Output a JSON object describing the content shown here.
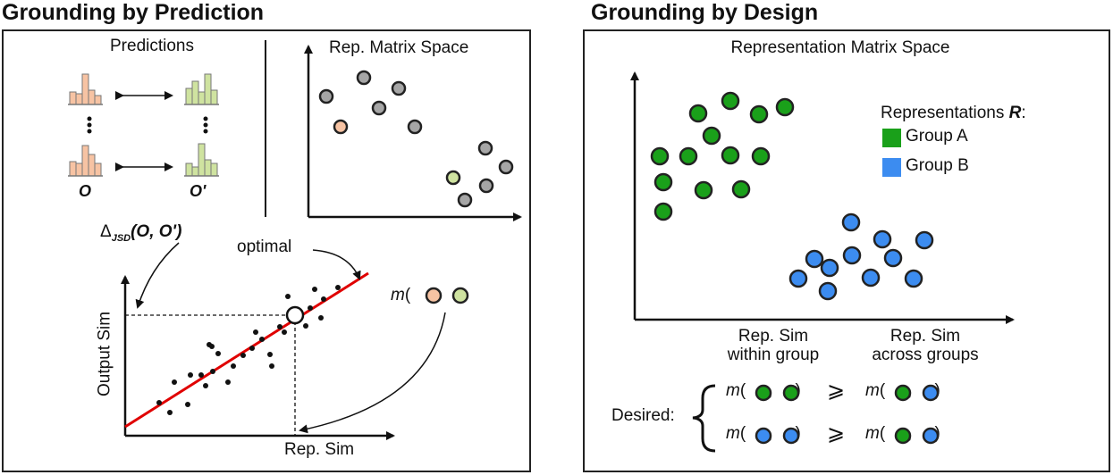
{
  "left": {
    "title": "Grounding by Prediction",
    "predictions_label": "Predictions",
    "o_label": "O",
    "o_prime_label": "O'",
    "delta_symbol": "Δ",
    "delta_sub": "JSD",
    "delta_args": "(O, O')",
    "rep_space_label": "Rep. Matrix Space",
    "optimal_label": "optimal",
    "ylabel": "Output Sim",
    "xlabel": "Rep. Sim",
    "metric_m": "m",
    "metric_open": "(",
    "metric_comma": ",",
    "metric_close": ")"
  },
  "right": {
    "title": "Grounding by Design",
    "space_label": "Representation Matrix Space",
    "legend_title": "Representations ",
    "legend_r": "R",
    "legend_colon": ":",
    "group_a": "Group A",
    "group_b": "Group B",
    "within_line1": "Rep. Sim",
    "within_line2": "within group",
    "across_line1": "Rep. Sim",
    "across_line2": "across groups",
    "desired": "Desired:",
    "geq": "⩾"
  },
  "colors": {
    "orange": "#f7c3a3",
    "green_light": "#cfe3a0",
    "grey": "#a6a6a6",
    "group_a": "#1aa01a",
    "group_b": "#3c8cf0",
    "fit_line": "#e00000"
  }
}
